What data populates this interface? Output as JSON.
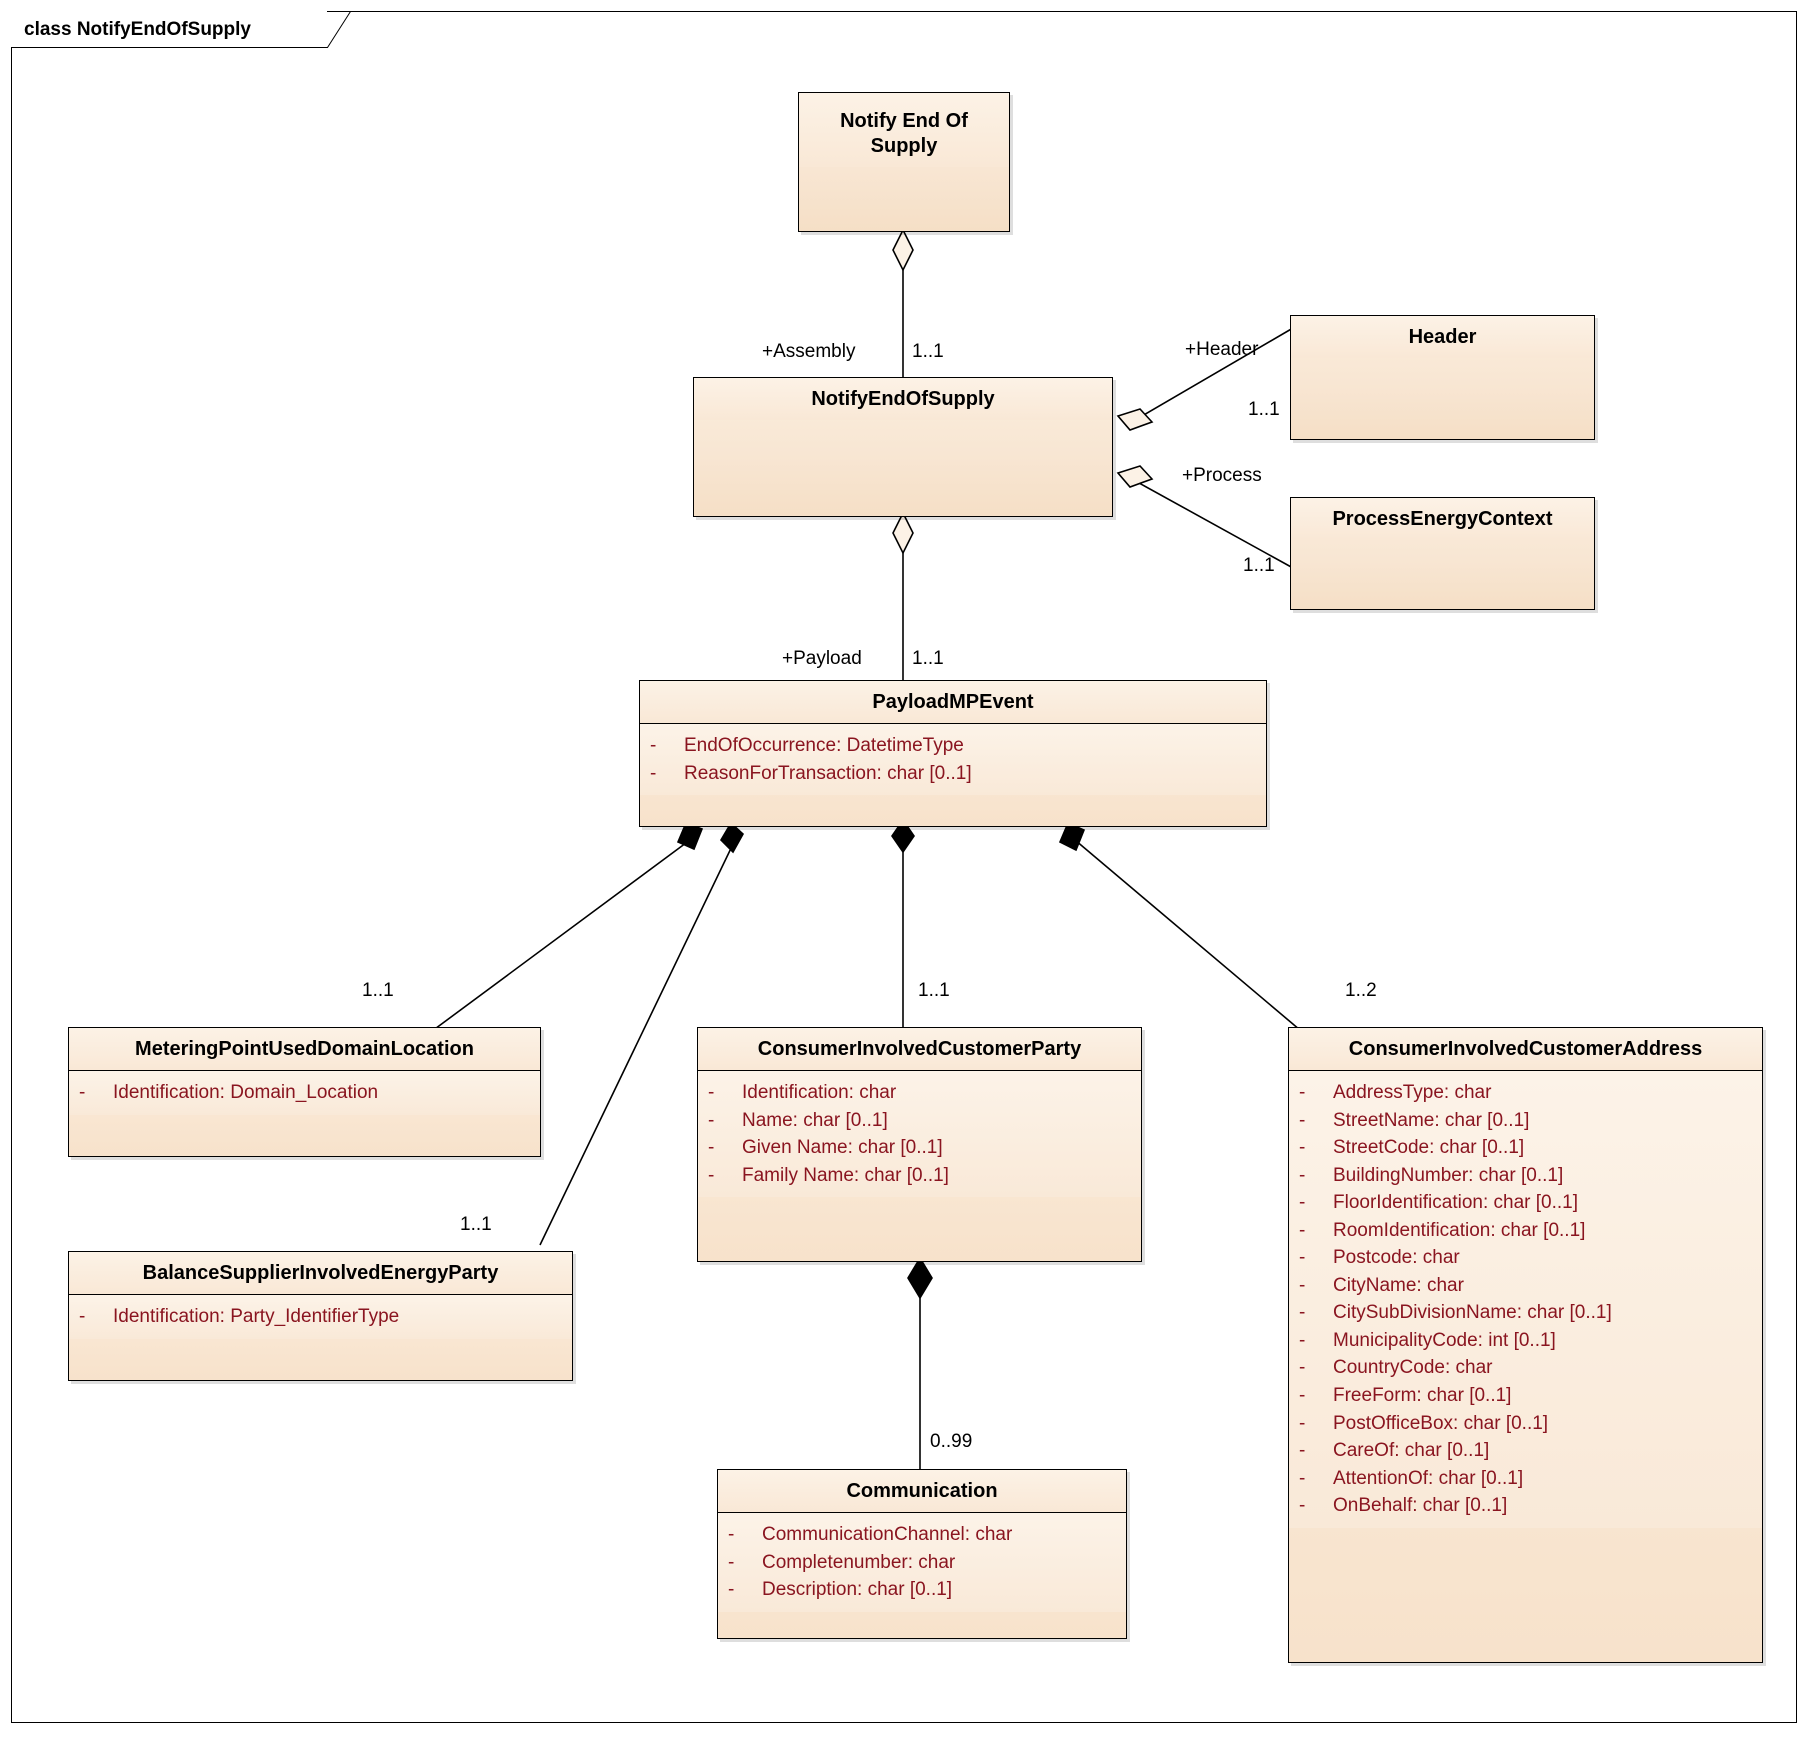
{
  "diagram": {
    "title": "class NotifyEndOfSupply",
    "accent": "#8a1520",
    "box_fill": "#fbeedd",
    "border": "#000000"
  },
  "classes": {
    "notify_end_of_supply_root": {
      "name": "Notify End Of Supply",
      "name_line1": "Notify End Of",
      "name_line2": "Supply",
      "attributes": []
    },
    "notify_end_of_supply": {
      "name": "NotifyEndOfSupply",
      "attributes": []
    },
    "header": {
      "name": "Header",
      "attributes": []
    },
    "process_energy_context": {
      "name": "ProcessEnergyContext",
      "attributes": []
    },
    "payload_mp_event": {
      "name": "PayloadMPEvent",
      "attributes": [
        {
          "visibility": "-",
          "text": "EndOfOccurrence: DatetimeType"
        },
        {
          "visibility": "-",
          "text": "ReasonForTransaction: char [0..1]"
        }
      ]
    },
    "metering_point_used_domain_location": {
      "name": "MeteringPointUsedDomainLocation",
      "attributes": [
        {
          "visibility": "-",
          "text": "Identification: Domain_Location"
        }
      ]
    },
    "balance_supplier_involved_energy_party": {
      "name": "BalanceSupplierInvolvedEnergyParty",
      "attributes": [
        {
          "visibility": "-",
          "text": "Identification: Party_IdentifierType"
        }
      ]
    },
    "consumer_involved_customer_party": {
      "name": "ConsumerInvolvedCustomerParty",
      "attributes": [
        {
          "visibility": "-",
          "text": "Identification: char"
        },
        {
          "visibility": "-",
          "text": "Name: char [0..1]"
        },
        {
          "visibility": "-",
          "text": "Given Name: char [0..1]"
        },
        {
          "visibility": "-",
          "text": "Family Name: char [0..1]"
        }
      ]
    },
    "communication": {
      "name": "Communication",
      "attributes": [
        {
          "visibility": "-",
          "text": "CommunicationChannel: char"
        },
        {
          "visibility": "-",
          "text": "Completenumber: char"
        },
        {
          "visibility": "-",
          "text": "Description: char [0..1]"
        }
      ]
    },
    "consumer_involved_customer_address": {
      "name": "ConsumerInvolvedCustomerAddress",
      "attributes": [
        {
          "visibility": "-",
          "text": "AddressType: char"
        },
        {
          "visibility": "-",
          "text": "StreetName: char [0..1]"
        },
        {
          "visibility": "-",
          "text": "StreetCode: char [0..1]"
        },
        {
          "visibility": "-",
          "text": "BuildingNumber: char [0..1]"
        },
        {
          "visibility": "-",
          "text": "FloorIdentification: char [0..1]"
        },
        {
          "visibility": "-",
          "text": "RoomIdentification: char [0..1]"
        },
        {
          "visibility": "-",
          "text": "Postcode: char"
        },
        {
          "visibility": "-",
          "text": "CityName: char"
        },
        {
          "visibility": "-",
          "text": "CitySubDivisionName: char [0..1]"
        },
        {
          "visibility": "-",
          "text": "MunicipalityCode: int [0..1]"
        },
        {
          "visibility": "-",
          "text": "CountryCode: char"
        },
        {
          "visibility": "-",
          "text": "FreeForm: char [0..1]"
        },
        {
          "visibility": "-",
          "text": "PostOfficeBox: char [0..1]"
        },
        {
          "visibility": "-",
          "text": "CareOf: char [0..1]"
        },
        {
          "visibility": "-",
          "text": "AttentionOf: char [0..1]"
        },
        {
          "visibility": "-",
          "text": "OnBehalf: char [0..1]"
        }
      ]
    }
  },
  "relationships": {
    "assembly": {
      "role": "+Assembly",
      "multiplicity": "1..1"
    },
    "header": {
      "role": "+Header",
      "multiplicity": "1..1"
    },
    "process": {
      "role": "+Process",
      "multiplicity": "1..1"
    },
    "payload": {
      "role": "+Payload",
      "multiplicity": "1..1"
    },
    "metering_point": {
      "role": "",
      "multiplicity": "1..1"
    },
    "balance_supplier": {
      "role": "",
      "multiplicity": "1..1"
    },
    "customer_party": {
      "role": "",
      "multiplicity": "1..1"
    },
    "customer_address": {
      "role": "",
      "multiplicity": "1..2"
    },
    "communication": {
      "role": "",
      "multiplicity": "0..99"
    }
  }
}
